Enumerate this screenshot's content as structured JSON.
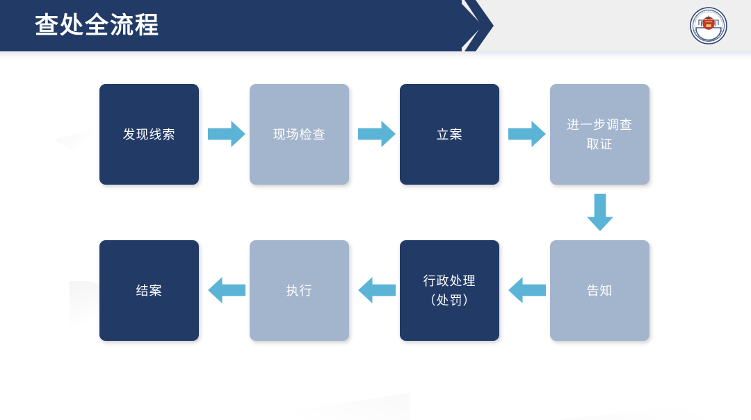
{
  "header": {
    "title": "查处全流程",
    "logo_alt": "市场监督管理局徽章",
    "bar_color": "#223b66",
    "band_color": "#efefef"
  },
  "theme": {
    "dark_box": "#223b66",
    "light_box": "#a3b5cc",
    "arrow": "#5bb4d6",
    "text": "#ffffff",
    "background": "#ffffff"
  },
  "flow": {
    "row1": [
      {
        "label": "发现线索",
        "style": "dark"
      },
      {
        "label": "现场检查",
        "style": "light"
      },
      {
        "label": "立案",
        "style": "dark"
      },
      {
        "label": "进一步调查\n取证",
        "style": "light"
      }
    ],
    "row2": [
      {
        "label": "结案",
        "style": "dark"
      },
      {
        "label": "执行",
        "style": "light"
      },
      {
        "label": "行政处理\n（处罚）",
        "style": "dark"
      },
      {
        "label": "告知",
        "style": "light"
      }
    ]
  }
}
